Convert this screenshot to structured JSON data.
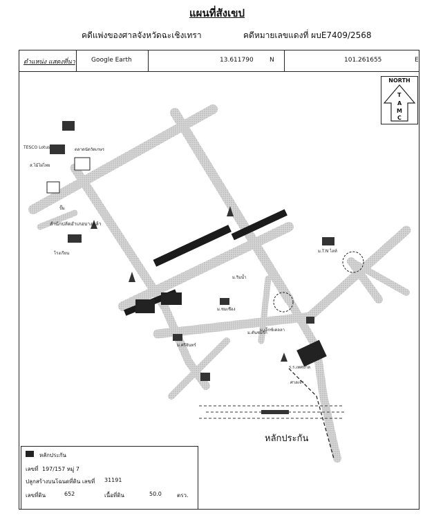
{
  "title": "แผนที่สังเขป",
  "caption": {
    "left": "คดีแพ่งของศาลจังหวัดฉะเชิงเทรา",
    "right": "คดีหมายเลขแดงที่ ผบE7409/2568"
  },
  "coord_bar": {
    "label": "ตำแหน่ง แสดงที่นา",
    "source": "Google Earth",
    "lat": "13.611790",
    "lat_dir": "N",
    "lon": "101.261655",
    "lon_dir": "E"
  },
  "compass": {
    "north": "NORTH",
    "letters": [
      "T",
      "A",
      "M",
      "C"
    ]
  },
  "map": {
    "property_label": "หลักประกัน",
    "place_labels": [
      "TESCO Lotus",
      "ส.ไม้ไผ่ไทย",
      "ตลาดนัดวัดเกษร",
      "ปั๊ม",
      "สำนักปลัดอำเภอบางคล้า",
      "โรงเรียน",
      "ม.T.N ไลท์",
      "ม.ชมเชือง",
      "ม.ตันชมรัก",
      "ม.ริมน้ำ",
      "ม.เอ็กซ์เคลลา",
      "ศาลเจ้า",
      "ร.ร.เทศบาล",
      "ม.ศรีจันทร์"
    ]
  },
  "legend": {
    "item": "หลักประกัน",
    "deed_label": "เลขที่",
    "deed_value": "197/157 หมู่ 7",
    "land_label": "ปลูกสร้างบนโฉนดที่ดิน เลขที่",
    "land_value": "31191",
    "area_label": "เลขที่ดิน",
    "area_value": "652",
    "area_unit_label": "เนื้อที่ดิน",
    "area_size": "50.0",
    "area_unit": "ตรว."
  }
}
